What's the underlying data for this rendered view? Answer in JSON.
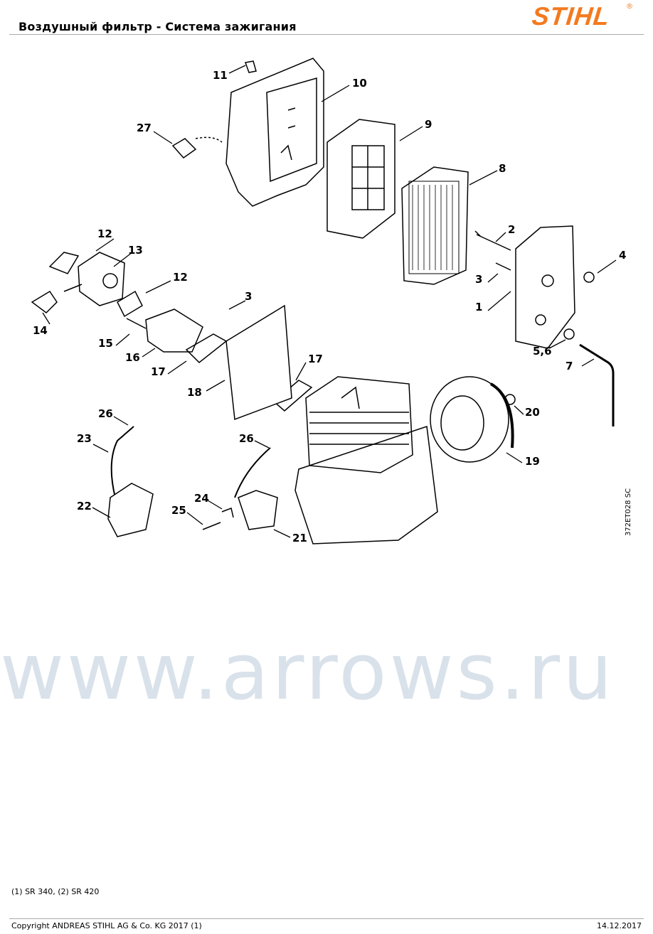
{
  "header": {
    "title": "Воздушный фильтр - Система зажигания",
    "logo": "STIHL",
    "registered": "®"
  },
  "diagram": {
    "watermark": "www.arrows.ru",
    "drawing_code": "372ET028 SC",
    "callouts": [
      "11",
      "10",
      "27",
      "9",
      "8",
      "2",
      "12",
      "13",
      "4",
      "3",
      "12",
      "1",
      "3",
      "14",
      "15",
      "17",
      "16",
      "5,6",
      "7",
      "17",
      "18",
      "20",
      "26",
      "23",
      "26",
      "19",
      "22",
      "24",
      "25",
      "21"
    ]
  },
  "note": "(1) SR 340, (2) SR 420",
  "footer": {
    "copyright": "Copyright ANDREAS STIHL AG & Co. KG 2017 (1)",
    "date": "14.12.2017"
  }
}
